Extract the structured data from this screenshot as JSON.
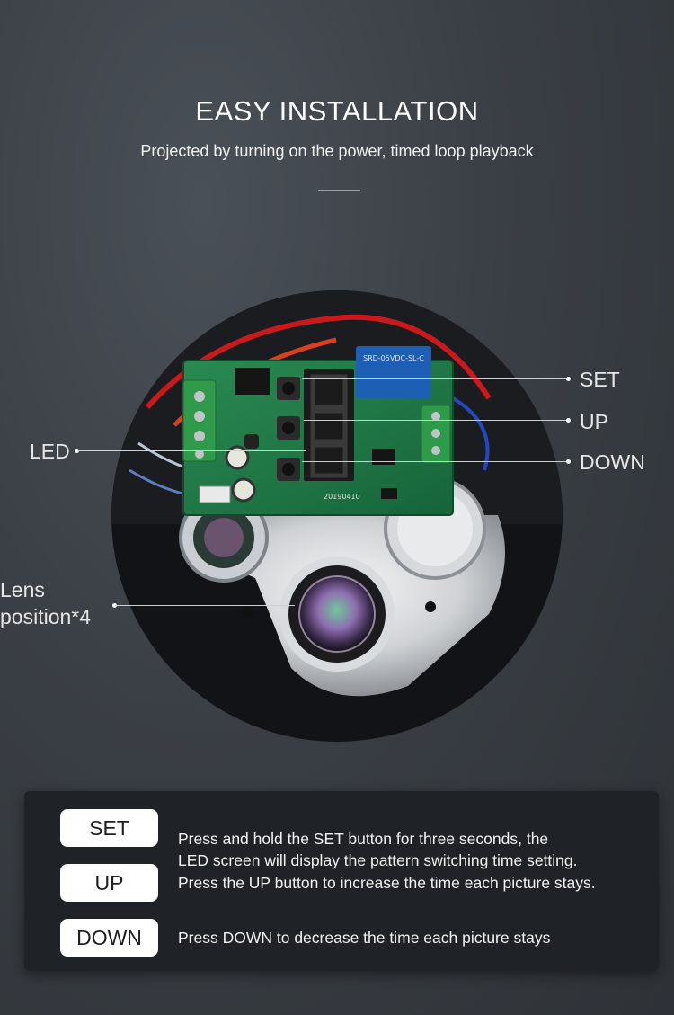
{
  "header": {
    "title": "EASY INSTALLATION",
    "subtitle": "Projected by turning on the power, timed loop playback"
  },
  "callouts": {
    "set": "SET",
    "up": "UP",
    "down": "DOWN",
    "led": "LED",
    "lens_line1": "Lens",
    "lens_line2": "position*4"
  },
  "board": {
    "relay_label": "SRD-05VDC-SL-C",
    "pcb_label": "20190410"
  },
  "instructions": [
    {
      "button": "SET",
      "line1": "Press and hold the SET button for three seconds, the",
      "line2": "LED screen will display the pattern switching time setting."
    },
    {
      "button": "UP",
      "line1": "Press the UP button to increase the time each picture stays."
    },
    {
      "button": "DOWN",
      "line1": "Press DOWN to decrease the time each picture stays"
    }
  ],
  "colors": {
    "background": "#3a3f45",
    "panel": "#1f2226",
    "pcb_green": "#1f7a45",
    "relay_blue": "#1d5fb5",
    "button_fill": "#ffffff"
  }
}
